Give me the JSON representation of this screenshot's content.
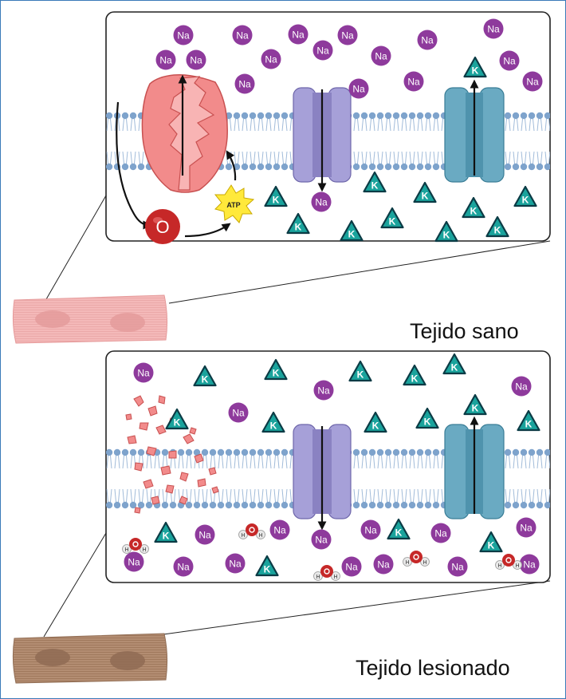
{
  "captions": {
    "healthy": "Tejido sano",
    "injured": "Tejido lesionado"
  },
  "labels": {
    "sodium": "Na",
    "potassium": "K",
    "oxygen": "O",
    "hydrogen": "H",
    "atp": "ATP"
  },
  "colors": {
    "sodium": "#8e3a9c",
    "potassium": "#1aa39c",
    "oxygen": "#c62828",
    "pump": "#f28b8b",
    "sodium_channel": "#a6a0d8",
    "potassium_channel": "#6aaac2",
    "membrane_head": "#7ea3cc",
    "healthy_tissue": "#f4b9b9",
    "injured_tissue": "#b38d72"
  },
  "icons": [
    "sodium-ion",
    "potassium-ion",
    "oxygen-molecule",
    "atp-starburst",
    "water-molecule",
    "sodium-potassium-pump",
    "sodium-channel",
    "potassium-channel",
    "lipid-bilayer",
    "muscle-fiber"
  ]
}
